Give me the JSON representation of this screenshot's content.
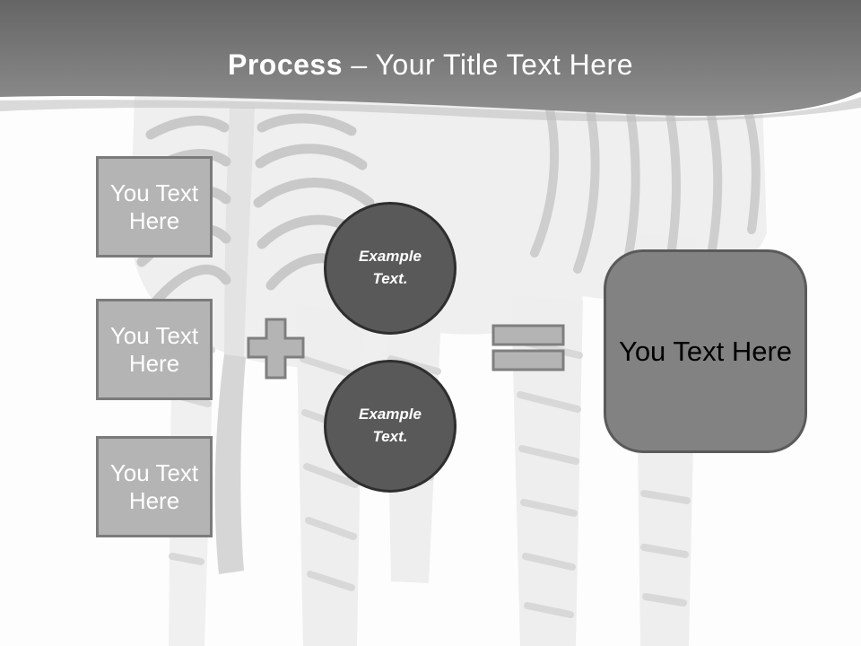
{
  "header": {
    "title_bold": "Process",
    "title_rest": " – Your Title Text Here"
  },
  "left_boxes": [
    {
      "label": "You Text Here"
    },
    {
      "label": "You Text Here"
    },
    {
      "label": "You Text Here"
    }
  ],
  "circles": [
    {
      "line1": "Example",
      "line2": "Text."
    },
    {
      "line1": "Example",
      "line2": "Text."
    }
  ],
  "result_box": {
    "label": "You Text Here"
  },
  "icons": {
    "plus": "plus-shape",
    "equals": "equals-shape",
    "watermark": "zebra-photo-watermark"
  },
  "colors": {
    "banner_gradient_top": "#656565",
    "banner_gradient_bottom": "#8f8f8f",
    "title_text": "#ffffff",
    "step_box_fill": "#b4b4b4",
    "step_box_border": "#7b7b7b",
    "step_box_text": "#ffffff",
    "circle_fill": "#595959",
    "circle_border": "#2e2e2e",
    "circle_text": "#ffffff",
    "operator_fill": "#b4b4b4",
    "operator_border": "#7f7f7f",
    "result_fill": "#828282",
    "result_border": "#5a5a5a",
    "result_text": "#000000"
  }
}
